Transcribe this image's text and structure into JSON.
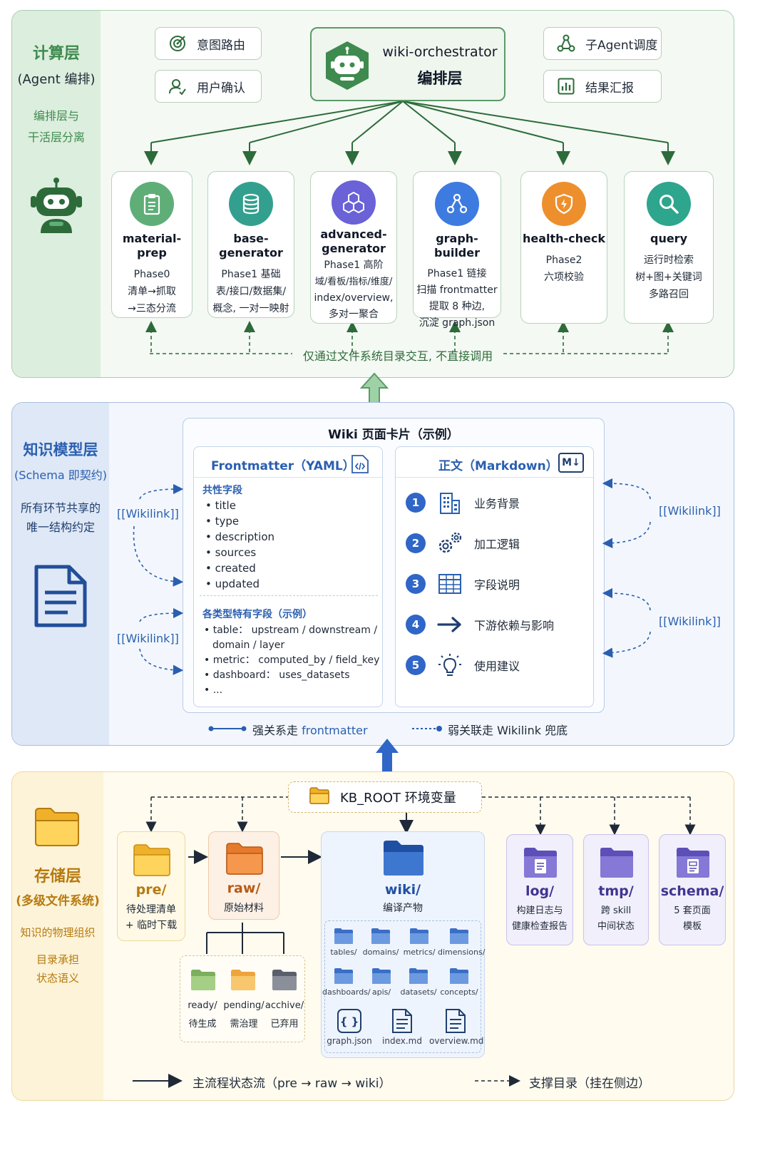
{
  "compute_layer": {
    "title": "计算层",
    "subtitle": "(Agent 编排)",
    "desc_line1": "编排层与",
    "desc_line2": "干活层分离",
    "chips": {
      "intent": "意图路由",
      "confirm": "用户确认",
      "dispatch": "子Agent调度",
      "report": "结果汇报"
    },
    "orchestrator": {
      "name": "wiki-orchestrator",
      "role": "编排层"
    },
    "agents": [
      {
        "name": "material-prep",
        "lines": [
          "Phase0",
          "清单→抓取",
          "→三态分流"
        ],
        "color": "#5fae78"
      },
      {
        "name": "base-generator",
        "lines": [
          "Phase1 基础",
          "表/接口/数据集/",
          "概念, 一对一映射"
        ],
        "color": "#33a08f"
      },
      {
        "name": "advanced-\ngenerator",
        "lines": [
          "Phase1 高阶",
          "域/看板/指标/维度/",
          "index/overview,",
          "多对一聚合"
        ],
        "color": "#6a62d6"
      },
      {
        "name": "graph-builder",
        "lines": [
          "Phase1 链接",
          "扫描 frontmatter",
          "提取 8 种边,",
          "沉淀 graph.json"
        ],
        "color": "#3d7be0"
      },
      {
        "name": "health-check",
        "lines": [
          "Phase2",
          "六项校验"
        ],
        "color": "#ee8f2e"
      },
      {
        "name": "query",
        "lines": [
          "运行时检索",
          "树+图+关键词",
          "多路召回"
        ],
        "color": "#2ea58d"
      }
    ],
    "bottom_note": "仅通过文件系统目录交互, 不直接调用"
  },
  "knowledge_layer": {
    "title": "知识模型层",
    "subtitle": "(Schema 即契约)",
    "desc_line1": "所有环节共享的",
    "desc_line2": "唯一结构约定",
    "card_title": "Wiki 页面卡片（示例）",
    "frontmatter": {
      "title": "Frontmatter（YAML）",
      "common_heading": "共性字段",
      "common_fields": [
        "title",
        "type",
        "description",
        "sources",
        "created",
        "updated"
      ],
      "specific_heading": "各类型特有字段（示例）",
      "specific_fields": [
        "table： upstream / downstream /",
        "domain / layer",
        "metric： computed_by / field_key",
        "dashboard： uses_datasets",
        "..."
      ]
    },
    "body": {
      "title": "正文（Markdown）",
      "badge": "M↓",
      "steps": [
        {
          "num": "1",
          "label": "业务背景"
        },
        {
          "num": "2",
          "label": "加工逻辑"
        },
        {
          "num": "3",
          "label": "字段说明"
        },
        {
          "num": "4",
          "label": "下游依赖与影响"
        },
        {
          "num": "5",
          "label": "使用建议"
        }
      ]
    },
    "wikilink": "[[Wikilink]]",
    "legend_strong_prefix": "强关系走 ",
    "legend_strong_term": "frontmatter",
    "legend_weak": "弱关联走 Wikilink 兜底"
  },
  "storage_layer": {
    "title": "存储层",
    "subtitle": "(多级文件系统)",
    "desc_line1": "知识的物理组织",
    "desc_line2": "目录承担",
    "desc_line3": "状态语义",
    "root": "KB_ROOT 环境变量",
    "pre": {
      "name": "pre/",
      "desc1": "待处理清单",
      "desc2": "+ 临时下载"
    },
    "raw": {
      "name": "raw/",
      "desc1": "原始材料"
    },
    "raw_children": [
      {
        "name": "ready/",
        "desc": "待生成"
      },
      {
        "name": "pending/",
        "desc": "需治理"
      },
      {
        "name": "acchive/",
        "desc": "已弃用"
      }
    ],
    "wiki": {
      "name": "wiki/",
      "desc1": "编译产物"
    },
    "wiki_children": [
      "tables/",
      "domains/",
      "metrics/",
      "dimensions/",
      "dashboards/",
      "apis/",
      "datasets/",
      "concepts/"
    ],
    "wiki_files": [
      "graph.json",
      "index.md",
      "overview.md"
    ],
    "log": {
      "name": "log/",
      "desc1": "构建日志与",
      "desc2": "健康检查报告"
    },
    "tmp": {
      "name": "tmp/",
      "desc1": "跨 skill",
      "desc2": "中间状态"
    },
    "schema": {
      "name": "schema/",
      "desc1": "5 套页面",
      "desc2": "模板"
    },
    "legend_main": "主流程状态流（pre → raw → wiki）",
    "legend_support": "支撑目录（挂在侧边）"
  },
  "colors": {
    "compute_bg": "#f4f9f3",
    "compute_rail": "#dceedd",
    "compute_accent": "#3f8a4f",
    "knowledge_bg": "#f3f7fd",
    "knowledge_rail": "#dfe8f6",
    "knowledge_accent": "#2a5fb0",
    "storage_bg": "#fffbef",
    "storage_rail": "#fdf3d8",
    "storage_accent": "#b67a10"
  }
}
